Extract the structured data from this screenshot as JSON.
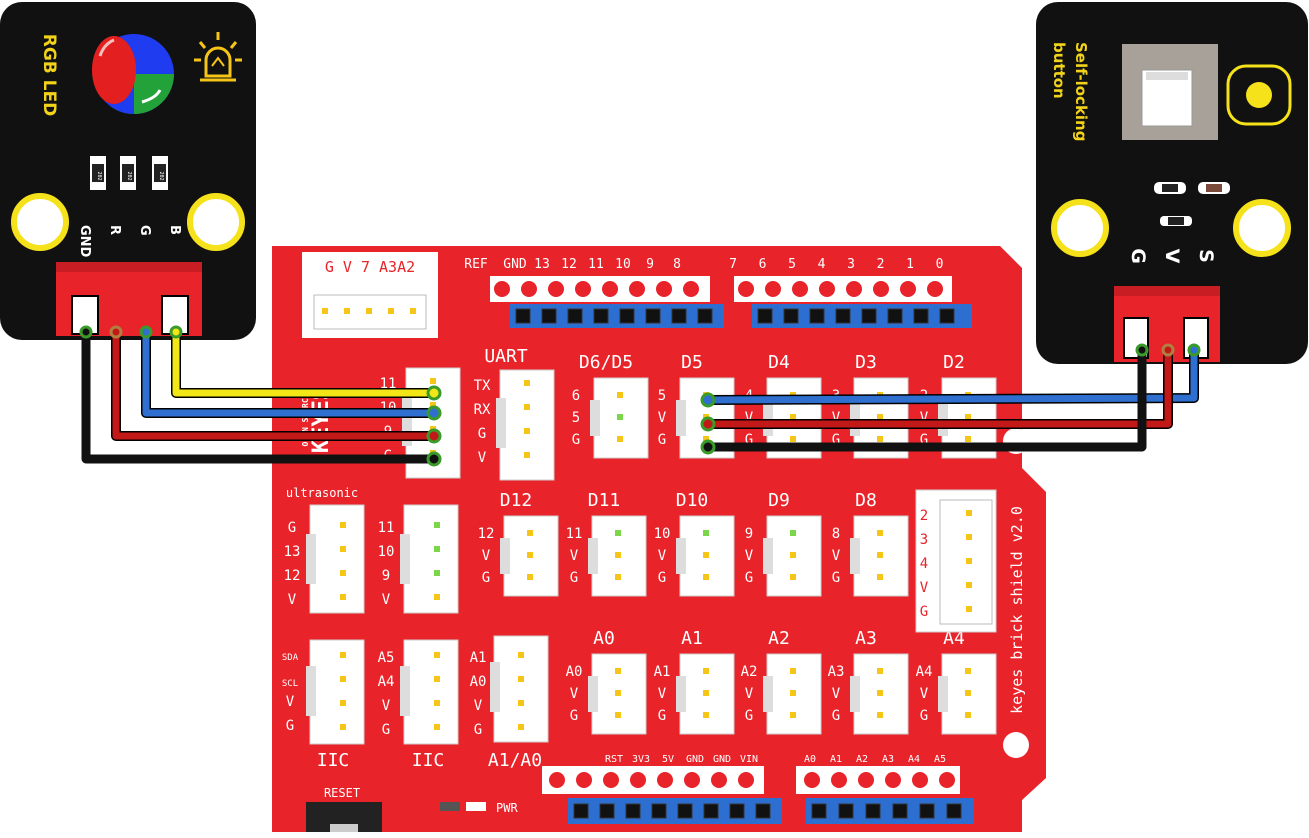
{
  "colors": {
    "board_red": "#e8232a",
    "module_black": "#111111",
    "header_blue": "#2c6fd1",
    "mount_yellow": "#f5e21a",
    "module_text_yellow": "#f2d21a",
    "wire_yellow": "#f2e616",
    "wire_blue": "#2e6fcf",
    "wire_red": "#c21818",
    "wire_black": "#111111"
  },
  "rgb_module": {
    "title": "RGB LED",
    "pins": [
      "GND",
      "R",
      "G",
      "B"
    ],
    "resistor_code": "202",
    "icons": [
      "rgb-led-icon",
      "light-bulb-icon"
    ]
  },
  "button_module": {
    "title_line1": "Self-locking",
    "title_line2": "button",
    "pins": [
      "G",
      "V",
      "S"
    ]
  },
  "shield": {
    "name": "keyes brick shield v2.0",
    "logo": "KEYES",
    "logo_sub": "OPEN SOURCE",
    "top_connector": "G V 7 A3A2",
    "digital_header_left": [
      "REF",
      "GND",
      "13",
      "12",
      "11",
      "10",
      "9",
      "8"
    ],
    "digital_header_right": [
      "7",
      "6",
      "5",
      "4",
      "3",
      "2",
      "1",
      "0"
    ],
    "power_header": [
      "RST",
      "3V3",
      "5V",
      "GND",
      "GND",
      "VIN"
    ],
    "analog_header": [
      "A0",
      "A1",
      "A2",
      "A3",
      "A4",
      "A5"
    ],
    "reset_label": "RESET",
    "pwr_label": "PWR",
    "uart": {
      "label": "UART",
      "pins": [
        "TX",
        "RX",
        "G",
        "V"
      ]
    },
    "left_4pin": {
      "pins": [
        "11",
        "10",
        "9",
        "G"
      ]
    },
    "ultrasonic": {
      "label": "ultrasonic",
      "pins": [
        "G",
        "13",
        "12",
        "V"
      ]
    },
    "sensor_119": {
      "pins": [
        "11",
        "10",
        "9",
        "V"
      ]
    },
    "iic_1": {
      "label": "IIC",
      "pins": [
        "SDA",
        "SCL",
        "V",
        "G"
      ]
    },
    "iic_2": {
      "label": "IIC",
      "pins": [
        "A5",
        "A4",
        "V",
        "G"
      ]
    },
    "a1a0": {
      "label": "A1/A0",
      "pins": [
        "A1",
        "A0",
        "V",
        "G"
      ]
    },
    "row1": [
      {
        "title": "D6/D5",
        "pins": [
          "6",
          "5",
          "G"
        ]
      },
      {
        "title": "D5",
        "pins": [
          "5",
          "V",
          "G"
        ]
      },
      {
        "title": "D4",
        "pins": [
          "4",
          "V",
          "G"
        ]
      },
      {
        "title": "D3",
        "pins": [
          "3",
          "V",
          "G"
        ]
      },
      {
        "title": "D2",
        "pins": [
          "2",
          "V",
          "G"
        ]
      }
    ],
    "row2": [
      {
        "title": "D12",
        "pins": [
          "12",
          "V",
          "G"
        ]
      },
      {
        "title": "D11",
        "pins": [
          "11",
          "V",
          "G"
        ]
      },
      {
        "title": "D10",
        "pins": [
          "10",
          "V",
          "G"
        ]
      },
      {
        "title": "D9",
        "pins": [
          "9",
          "V",
          "G"
        ]
      },
      {
        "title": "D8",
        "pins": [
          "8",
          "V",
          "G"
        ]
      }
    ],
    "row3": [
      {
        "title": "A0",
        "pins": [
          "A0",
          "V",
          "G"
        ]
      },
      {
        "title": "A1",
        "pins": [
          "A1",
          "V",
          "G"
        ]
      },
      {
        "title": "A2",
        "pins": [
          "A2",
          "V",
          "G"
        ]
      },
      {
        "title": "A3",
        "pins": [
          "A3",
          "V",
          "G"
        ]
      },
      {
        "title": "A4",
        "pins": [
          "A4",
          "V",
          "G"
        ]
      }
    ],
    "right_5pin": {
      "pins": [
        "2",
        "3",
        "4",
        "V",
        "G"
      ]
    }
  }
}
